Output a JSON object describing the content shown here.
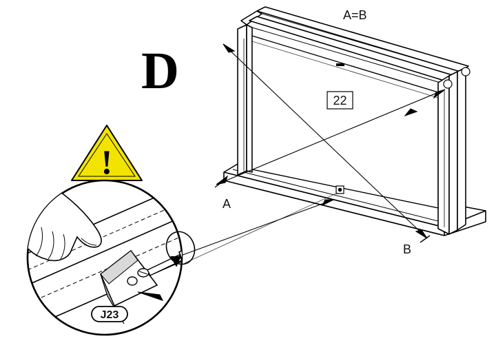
{
  "figure": {
    "step_letter": "D",
    "equality_label": "A=B",
    "corner_label_a": "A",
    "corner_label_b": "B",
    "part_number": "22",
    "fastener_code": "J23",
    "warning_symbol": "!",
    "warning_fill_color": "#f2e400"
  }
}
